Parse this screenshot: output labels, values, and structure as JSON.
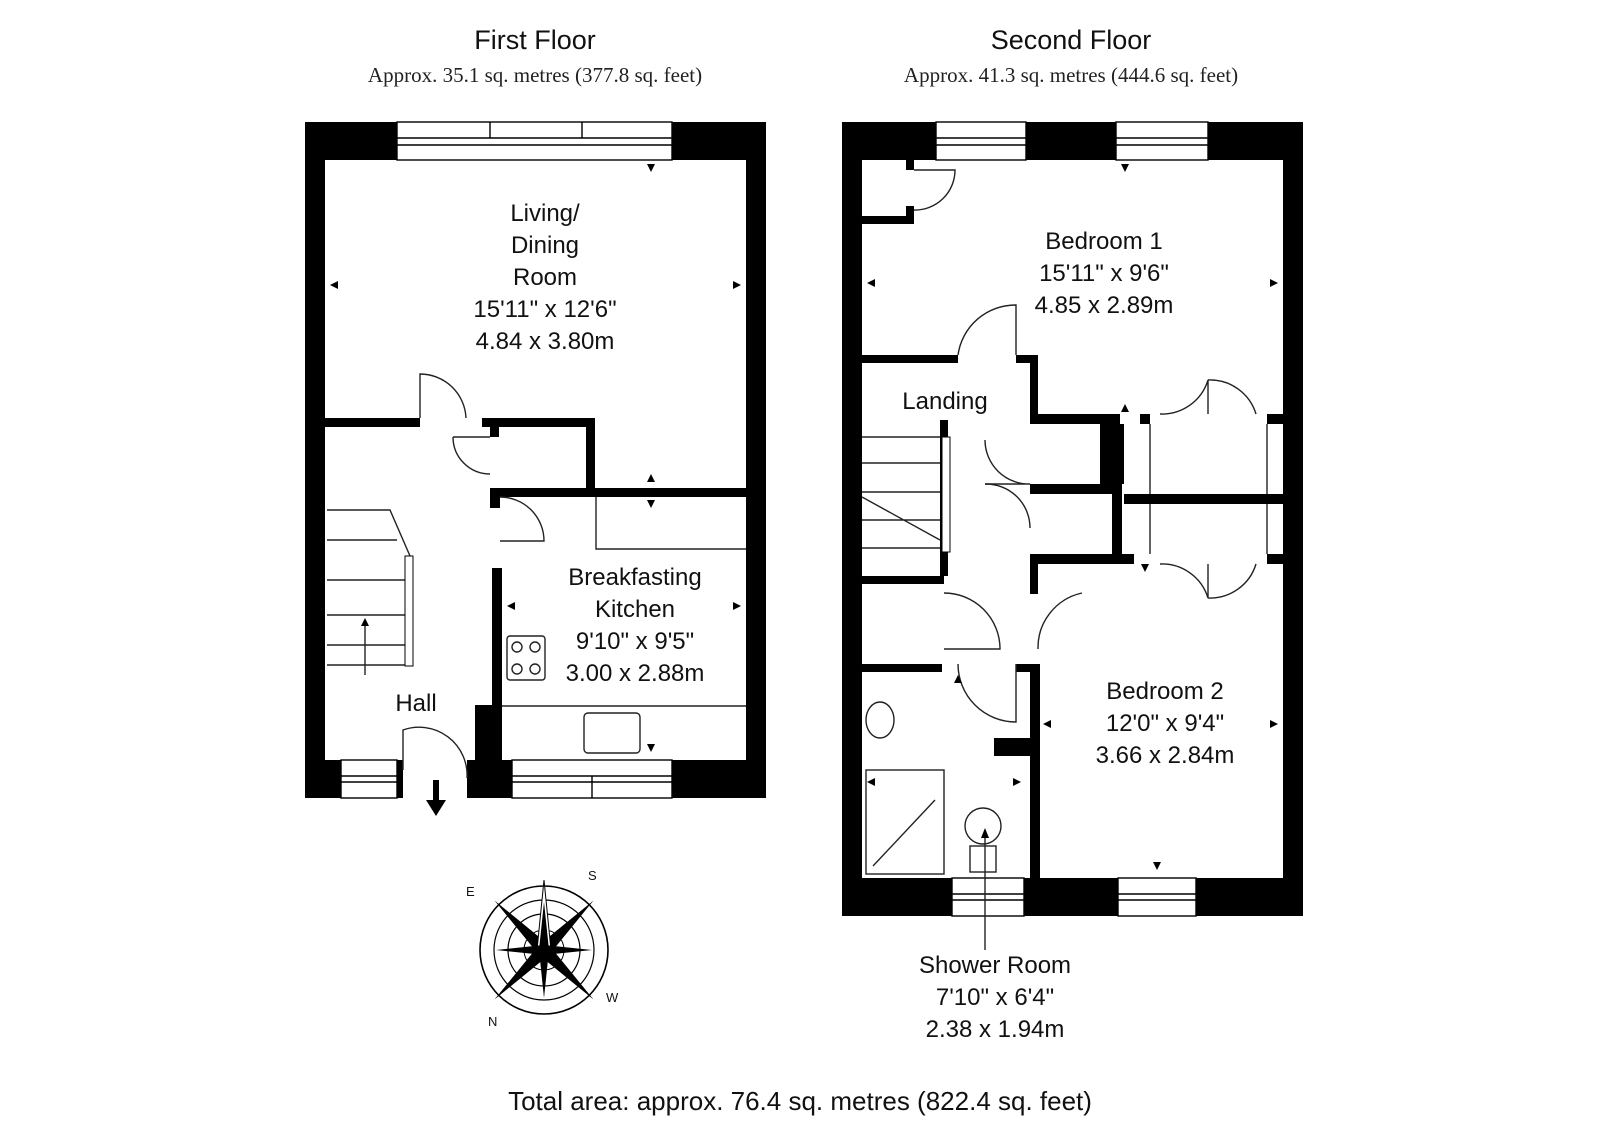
{
  "first_floor": {
    "title": "First Floor",
    "area": "Approx. 35.1 sq. metres (377.8 sq. feet)",
    "rooms": {
      "living": {
        "name_line1": "Living/",
        "name_line2": "Dining",
        "name_line3": "Room",
        "imperial": "15'11\" x 12'6\"",
        "metric": "4.84 x 3.80m"
      },
      "kitchen": {
        "name_line1": "Breakfasting",
        "name_line2": "Kitchen",
        "imperial": "9'10\" x 9'5\"",
        "metric": "3.00 x 2.88m"
      },
      "hall": {
        "name": "Hall"
      }
    }
  },
  "second_floor": {
    "title": "Second Floor",
    "area": "Approx. 41.3 sq. metres (444.6 sq. feet)",
    "rooms": {
      "bedroom1": {
        "name": "Bedroom 1",
        "imperial": "15'11\" x 9'6\"",
        "metric": "4.85 x 2.89m"
      },
      "bedroom2": {
        "name": "Bedroom 2",
        "imperial": "12'0\" x 9'4\"",
        "metric": "3.66 x 2.84m"
      },
      "landing": {
        "name": "Landing"
      },
      "shower": {
        "name": "Shower Room",
        "imperial": "7'10\" x 6'4\"",
        "metric": "2.38 x 1.94m"
      }
    }
  },
  "total_area": "Total area: approx. 76.4 sq. metres (822.4 sq. feet)",
  "compass": {
    "n": "N",
    "e": "E",
    "s": "S",
    "w": "W"
  },
  "colors": {
    "wall": "#000000",
    "window": "#ffffff",
    "line": "#333333"
  }
}
